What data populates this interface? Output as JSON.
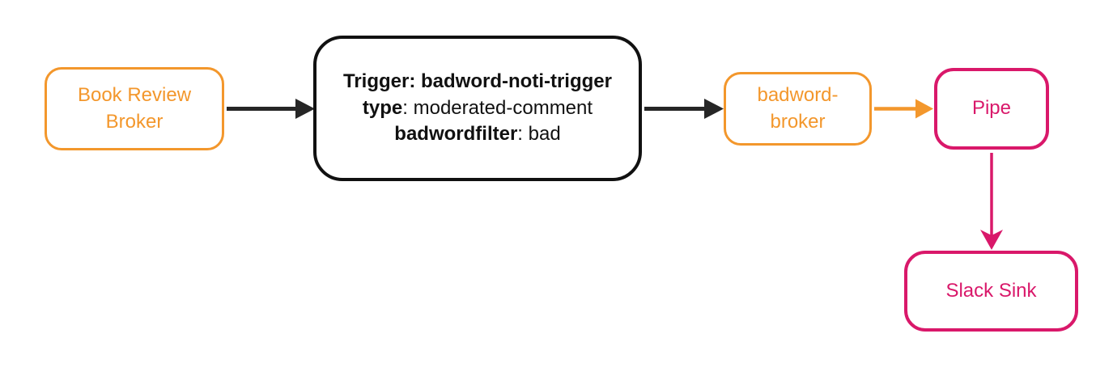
{
  "colors": {
    "orange": "#F3972C",
    "pink": "#D9186A",
    "ink": "#111111",
    "edge": "#262626",
    "bg": "#ffffff"
  },
  "nodes": {
    "book_review_broker": {
      "label": "Book Review Broker"
    },
    "trigger": {
      "line1_bold": "Trigger: badword-noti-trigger",
      "line2_bold": "type",
      "line2_rest": ": moderated-comment",
      "line3_bold": "badwordfilter",
      "line3_rest": ": bad"
    },
    "badword_broker": {
      "label": "badword-broker"
    },
    "pipe": {
      "label": "Pipe"
    },
    "slack_sink": {
      "label": "Slack Sink"
    }
  },
  "edges": [
    {
      "from": "book_review_broker",
      "to": "trigger",
      "color": "black",
      "direction": "right"
    },
    {
      "from": "trigger",
      "to": "badword_broker",
      "color": "black",
      "direction": "right"
    },
    {
      "from": "badword_broker",
      "to": "pipe",
      "color": "orange",
      "direction": "right"
    },
    {
      "from": "pipe",
      "to": "slack_sink",
      "color": "pink",
      "direction": "down"
    }
  ]
}
